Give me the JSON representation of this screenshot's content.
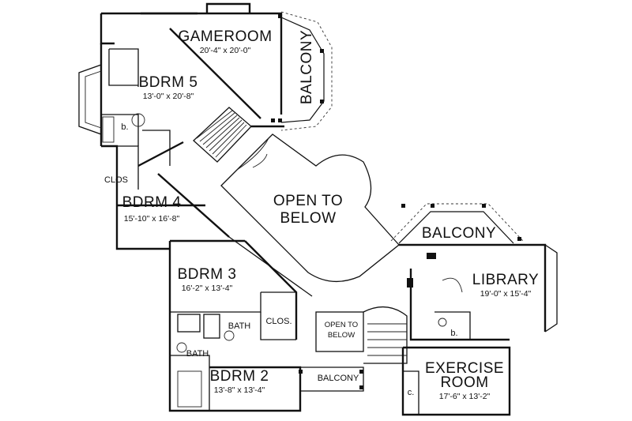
{
  "rooms": {
    "gameroom": {
      "name": "GAMEROOM",
      "dim": "20'-4\" x 20'-0\""
    },
    "bdrm5": {
      "name": "BDRM 5",
      "dim": "13'-0\" x 20'-8\""
    },
    "bdrm4": {
      "name": "BDRM 4",
      "dim": "15'-10\" x 16'-8\""
    },
    "bdrm3": {
      "name": "BDRM 3",
      "dim": "16'-2\" x 13'-4\""
    },
    "bdrm2": {
      "name": "BDRM 2",
      "dim": "13'-8\" x 13'-4\""
    },
    "library": {
      "name": "LIBRARY",
      "dim": "19'-0\" x 15'-4\""
    },
    "exercise": {
      "name1": "EXERCISE",
      "name2": "ROOM",
      "dim": "17'-6\" x 13'-2\""
    },
    "open_large": {
      "line1": "OPEN TO",
      "line2": "BELOW"
    },
    "open_small": {
      "line1": "OPEN TO",
      "line2": "BELOW"
    }
  },
  "labels": {
    "balcony_top": "BALCONY",
    "balcony_mid": "BALCONY",
    "balcony_bottom": "BALCONY",
    "bath_1": "BATH",
    "bath_2": "BATH",
    "closet_1": "CLOS.",
    "closet_2": "CLOS",
    "b_1": "b.",
    "b_2": "b.",
    "c_1": "c."
  }
}
